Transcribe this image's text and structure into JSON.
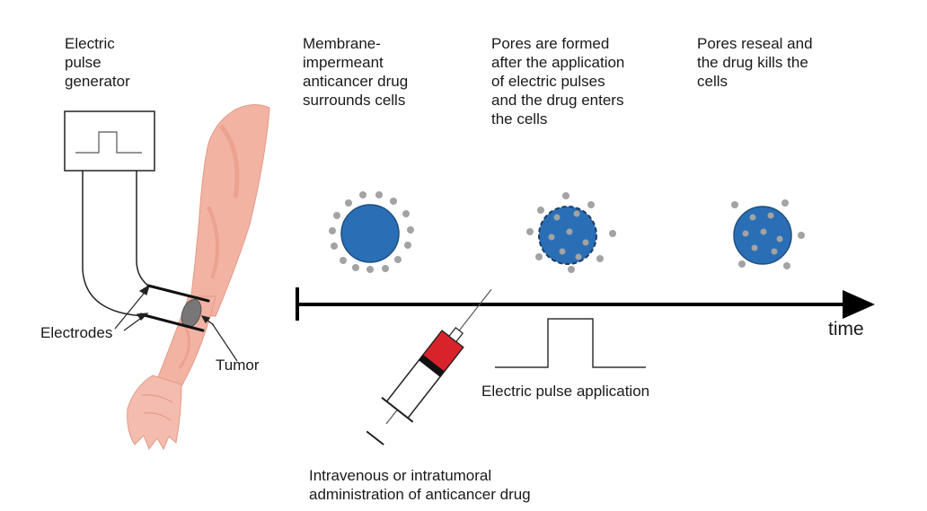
{
  "labels": {
    "generator": "Electric\npulse\ngenerator",
    "stage1": "Membrane-\nimpermeant\nanticancer drug\nsurrounds cells",
    "stage2": "Pores are formed\nafter the application\nof electric pulses\nand the drug enters\nthe cells",
    "stage3": "Pores reseal and\nthe drug kills the\ncells",
    "electrodes": "Electrodes",
    "tumor": "Tumor",
    "time": "time",
    "pulse": "Electric pulse application",
    "administration": "Intravenous or intratumoral\nadministration of anticancer drug"
  },
  "colors": {
    "cell": "#2a6fb5",
    "drug": "#a3a3a3",
    "skin": "#f2b3a3",
    "skin_dark": "#e8907c",
    "syringe_fluid": "#d9232a"
  }
}
